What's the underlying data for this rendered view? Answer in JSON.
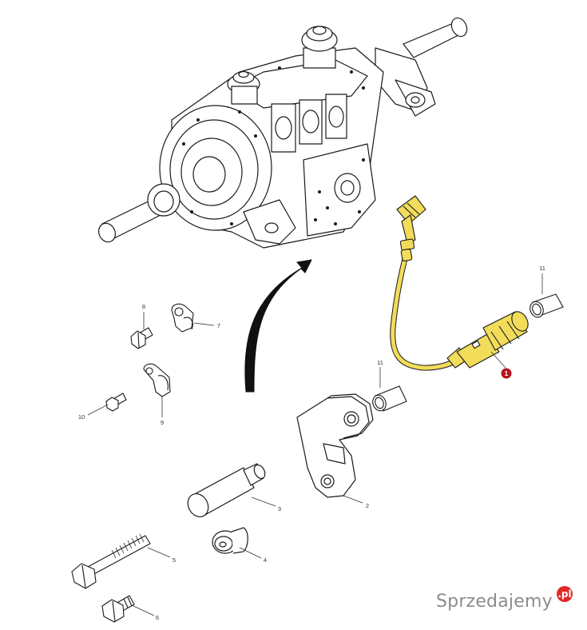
{
  "diagram": {
    "highlight_color": "#f2dc5a",
    "highlight_badge_color": "#b5121b",
    "callouts": [
      {
        "id": "c1",
        "label": "1",
        "highlighted": true
      },
      {
        "id": "c2",
        "label": "2"
      },
      {
        "id": "c3",
        "label": "3"
      },
      {
        "id": "c4",
        "label": "4"
      },
      {
        "id": "c5",
        "label": "5"
      },
      {
        "id": "c6",
        "label": "6"
      },
      {
        "id": "c7",
        "label": "7"
      },
      {
        "id": "c8",
        "label": "8"
      },
      {
        "id": "c9",
        "label": "9"
      },
      {
        "id": "c10",
        "label": "10"
      },
      {
        "id": "c11a",
        "label": "11"
      },
      {
        "id": "c11b",
        "label": "11"
      }
    ]
  },
  "watermark": {
    "text": "Sprzedajemy",
    "badge": ".pl",
    "color": "#8c8c8c",
    "badge_color": "#e02828"
  }
}
